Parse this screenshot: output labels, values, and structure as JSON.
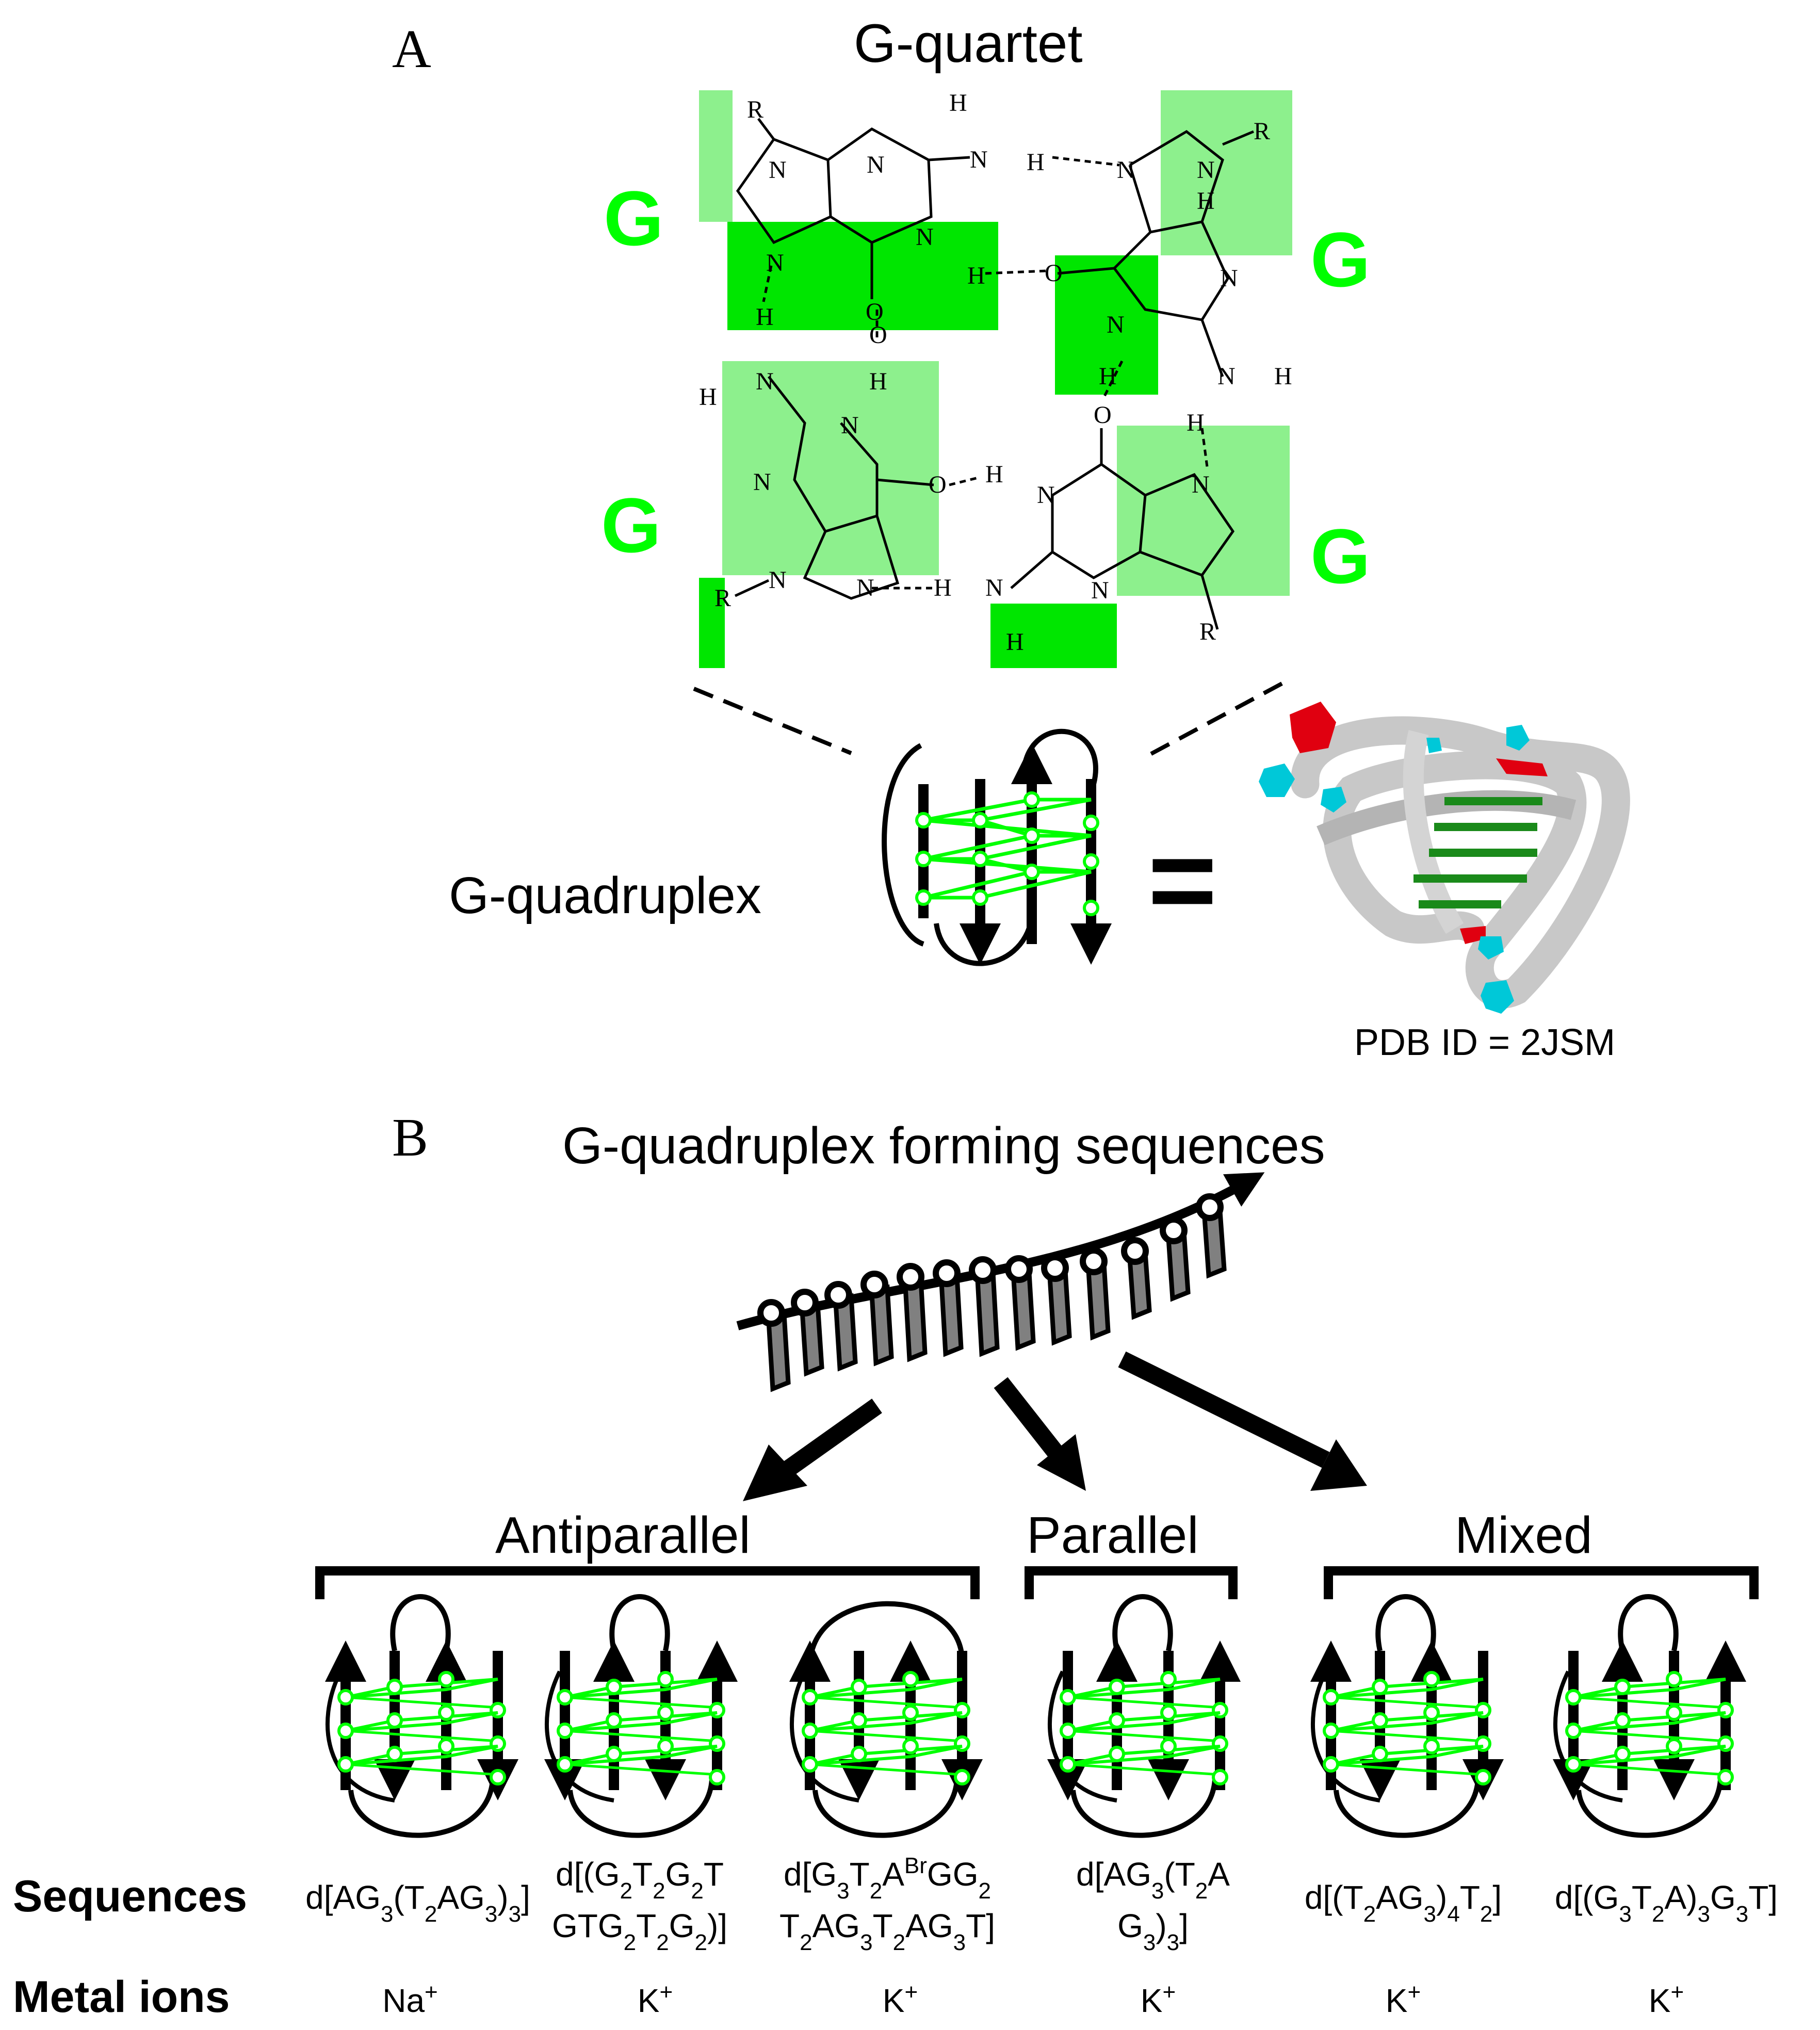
{
  "panel_a": {
    "label": "A",
    "title": "G-quartet",
    "g_letter": "G",
    "quadruplex_label": "G-quadruplex",
    "equals": "=",
    "pdb_caption": "PDB ID = 2JSM",
    "atoms": {
      "R": "R",
      "N": "N",
      "H": "H",
      "O": "O"
    }
  },
  "panel_b": {
    "label": "B",
    "title": "G-quadruplex forming sequences",
    "groups": [
      {
        "name": "Antiparallel"
      },
      {
        "name": "Parallel"
      },
      {
        "name": "Mixed"
      }
    ],
    "row_labels": {
      "sequences": "Sequences",
      "metal_ions": "Metal ions"
    },
    "structures": [
      {
        "seq_line1_parts": [
          "d[AG",
          "3",
          "(T",
          "2",
          "AG",
          "3",
          ")",
          "3",
          "]"
        ],
        "seq_line2_parts": [],
        "ion": "Na",
        "ion_charge": "+"
      },
      {
        "seq_line1_parts": [
          "d[(G",
          "2",
          "T",
          "2",
          "G",
          "2",
          "T"
        ],
        "seq_line2_parts": [
          "GTG",
          "2",
          "T",
          "2",
          "G",
          "2",
          ")]"
        ],
        "ion": "K",
        "ion_charge": "+"
      },
      {
        "seq_line1_parts": [
          "d[G",
          "3",
          "T",
          "2",
          "A",
          "Br",
          "GG",
          "2"
        ],
        "seq_line2_parts": [
          "T",
          "2",
          "AG",
          "3",
          "T",
          "2",
          "AG",
          "3",
          "T]"
        ],
        "ion": "K",
        "ion_charge": "+"
      },
      {
        "seq_line1_parts": [
          "d[AG",
          "3",
          "(T",
          "2",
          "A"
        ],
        "seq_line2_parts": [
          "G",
          "3",
          ")",
          "3",
          "]"
        ],
        "ion": "K",
        "ion_charge": "+"
      },
      {
        "seq_line1_parts": [
          "d[(T",
          "2",
          "AG",
          "3",
          ")",
          "4",
          "T",
          "2",
          "]"
        ],
        "seq_line2_parts": [],
        "ion": "K",
        "ion_charge": "+"
      },
      {
        "seq_line1_parts": [
          "d[(G",
          "3",
          "T",
          "2",
          "A)",
          "3",
          "G",
          "3",
          "T]"
        ],
        "seq_line2_parts": [],
        "ion": "K",
        "ion_charge": "+"
      }
    ]
  },
  "colors": {
    "green": "#00ff00",
    "green_dark": "#00e600",
    "green_light": "#8df08d",
    "black": "#000000",
    "gray_base": "#808080",
    "ribbon_gray": "#c8c8c8",
    "red": "#e00010",
    "cyan": "#00c8d8",
    "dark_green": "#1a8a1a"
  }
}
